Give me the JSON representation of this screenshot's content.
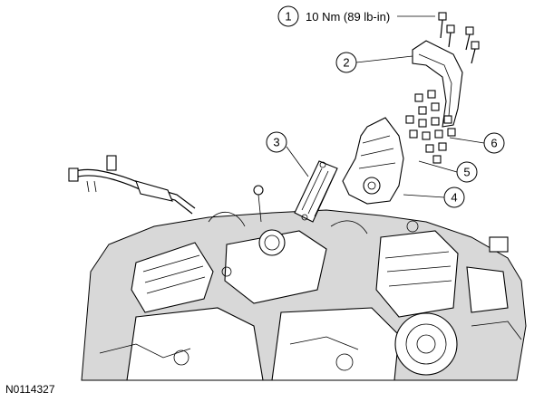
{
  "callouts": [
    {
      "id": "callout-1",
      "number": "1",
      "text": "10 Nm (89 lb-in)"
    },
    {
      "id": "callout-2",
      "number": "2"
    },
    {
      "id": "callout-3",
      "number": "3"
    },
    {
      "id": "callout-4",
      "number": "4"
    },
    {
      "id": "callout-5",
      "number": "5"
    },
    {
      "id": "callout-6",
      "number": "6"
    }
  ],
  "figure_id": "N0114327"
}
